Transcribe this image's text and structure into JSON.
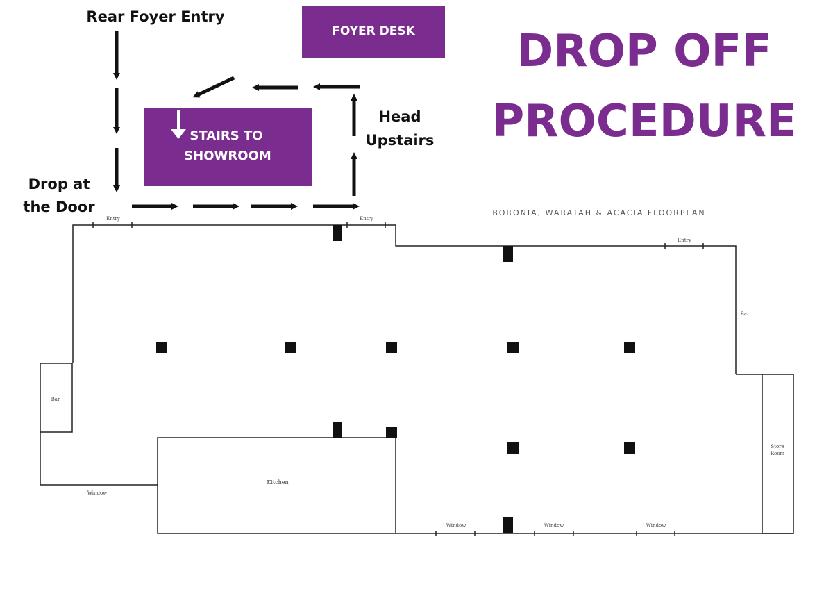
{
  "labels": {
    "rear_foyer_entry": "Rear Foyer Entry",
    "drop_at_line1": "Drop at",
    "drop_at_line2": "the Door",
    "head_line1": "Head",
    "head_line2": "Upstairs"
  },
  "boxes": {
    "foyer_desk": "FOYER DESK",
    "stairs_line1": "STAIRS TO",
    "stairs_line2": "SHOWROOM"
  },
  "title": {
    "line1": "DROP OFF",
    "line2": "PROCEDURE"
  },
  "floorplan": {
    "title": "BORONIA, WARATAH & ACACIA FLOORPLAN",
    "entry_left": "Entry",
    "entry_mid": "Entry",
    "entry_right": "Entry",
    "bar_right": "Bar",
    "bar_left": "Bar",
    "store_line1": "Store",
    "store_line2": "Room",
    "kitchen": "Kitchen",
    "window_left": "Window",
    "window_1": "Window",
    "window_2": "Window",
    "window_3": "Window"
  },
  "colors": {
    "purple": "#7b2c8f",
    "arrow": "#111111",
    "wall": "#222222"
  }
}
